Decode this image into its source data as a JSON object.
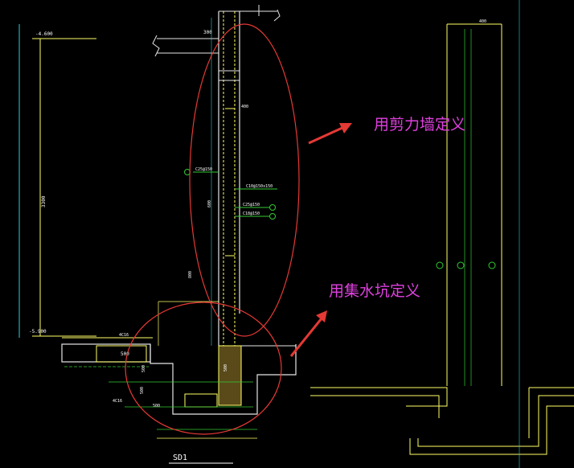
{
  "annotations": {
    "shear_wall": "用剪力墙定义",
    "sump_pit": "用集水坑定义"
  },
  "drawing": {
    "title": "SD1",
    "elev_top": "-4.600",
    "elev_bottom": "-5.900",
    "dim_vertical": "3300",
    "dim_wall_top": "300",
    "dim_600": "600",
    "dim_800": "800",
    "dim_400": "400",
    "dim_500a": "500",
    "dim_500b": "500",
    "dim_500c": "500",
    "dim_500d": "500",
    "dim_500e": "500",
    "rebar_1": "C25@150",
    "rebar_2": "C10@150x150",
    "rebar_3": "C25@150",
    "rebar_4": "C18@150",
    "rebar_5": "4C16",
    "rebar_6": "4C16",
    "bar_tag_1": "①",
    "bar_tag_2": "②",
    "bar_tag_3": "③",
    "right_dim": "400",
    "right_tag_1": "①",
    "right_tag_2": "①",
    "right_tag_3": "②"
  },
  "colors": {
    "background": "#000000",
    "annotation": "#e040e0",
    "ellipse": "#e53935",
    "arrow": "#e53935",
    "wall": "#e6e6e6",
    "dimension": "#ffff66",
    "rebar": "#33cc33",
    "cyan": "#33cccc"
  }
}
